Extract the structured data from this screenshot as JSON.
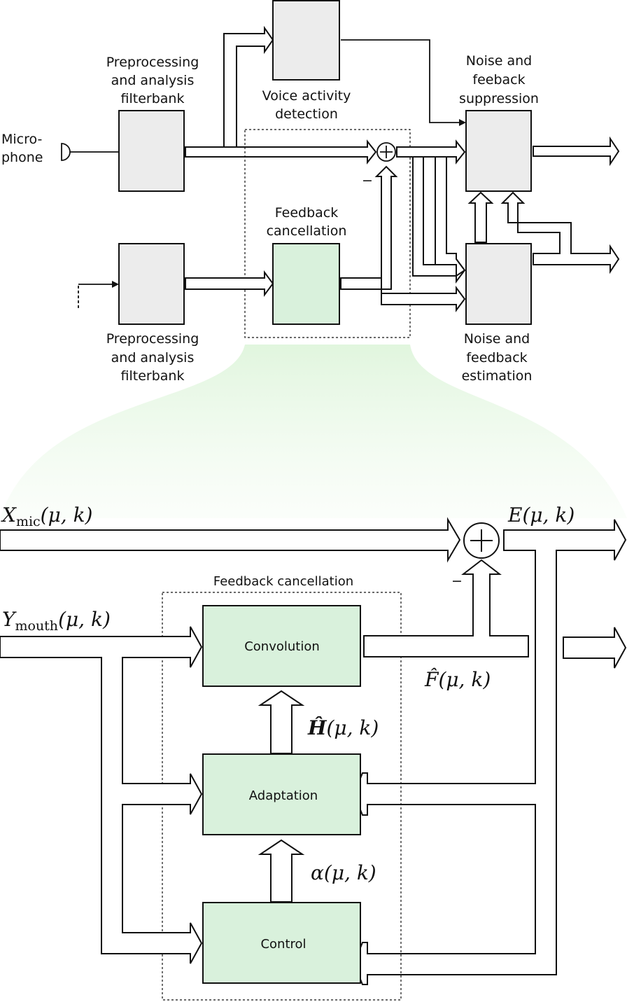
{
  "top_diagram": {
    "microphone_label": [
      "Micro-",
      "phone"
    ],
    "preproc_top_label": [
      "Preprocessing",
      "and analysis",
      "filterbank"
    ],
    "preproc_bottom_label": [
      "Preprocessing",
      "and analysis",
      "filterbank"
    ],
    "vad_label": [
      "Voice activity",
      "detection"
    ],
    "feedback_cancellation_label": [
      "Feedback",
      "cancellation"
    ],
    "suppression_label": [
      "Noise and",
      "feeback",
      "suppression"
    ],
    "estimation_label": [
      "Noise and",
      "feedback",
      "estimation"
    ],
    "minus_sign": "−"
  },
  "bottom_diagram": {
    "x_mic": {
      "base": "X",
      "sub": "mic",
      "args": "(μ, k)"
    },
    "y_mouth": {
      "base": "Y",
      "sub": "mouth",
      "args": "(μ, k)"
    },
    "e_signal": "E(μ, k)",
    "f_hat": {
      "base": "F̂",
      "args": "(μ, k)"
    },
    "h_hat": {
      "base": "Ĥ",
      "args": "(μ, k)"
    },
    "alpha": "α(μ, k)",
    "frame_title": "Feedback cancellation",
    "convolution_label": "Convolution",
    "adaptation_label": "Adaptation",
    "control_label": "Control",
    "minus_sign": "−"
  },
  "colors": {
    "gray_block": "#ececec",
    "green_block": "#d9f1dc",
    "zoom_gradient": "#dff5dc"
  }
}
